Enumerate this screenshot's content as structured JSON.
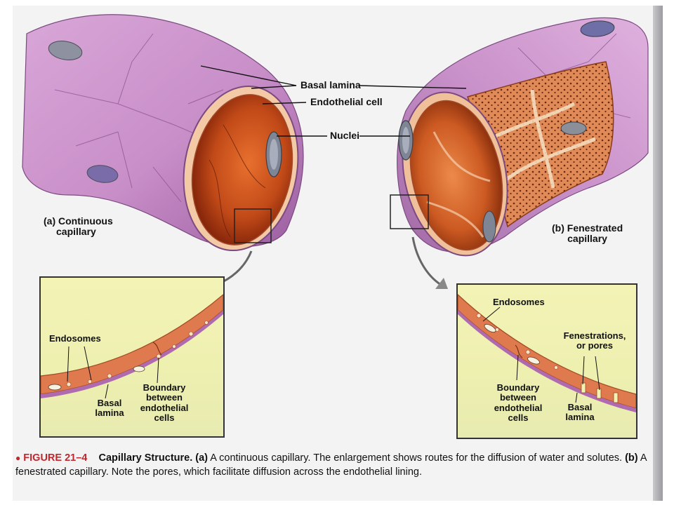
{
  "figure": {
    "number_label": "FIGURE 21–4",
    "title": "Capillary Structure.",
    "caption_a_tag": "(a)",
    "caption_a_text": "A continuous capillary. The enlargement shows routes for the diffusion of water and solutes.",
    "caption_b_tag": "(b)",
    "caption_b_text": "A fenestrated capillary. Note the pores, which facilitate diffusion across the endothelial lining."
  },
  "labels": {
    "basal_lamina": "Basal lamina",
    "endothelial_cell": "Endothelial cell",
    "nuclei": "Nuclei",
    "continuous_tag": "(a) Continuous",
    "continuous_word": "capillary",
    "fenestrated_tag": "(b) Fenestrated",
    "fenestrated_word": "capillary"
  },
  "inset_a": {
    "endosomes": "Endosomes",
    "basal": "Basal",
    "lamina": "lamina",
    "boundary_1": "Boundary",
    "boundary_2": "between",
    "boundary_3": "endothelial",
    "boundary_4": "cells"
  },
  "inset_b": {
    "endosomes": "Endosomes",
    "fenestrations_1": "Fenestrations,",
    "fenestrations_2": "or pores",
    "boundary_1": "Boundary",
    "boundary_2": "between",
    "boundary_3": "endothelial",
    "boundary_4": "cells",
    "basal": "Basal",
    "lamina": "lamina"
  },
  "colors": {
    "vessel_outer": "#c88ec8",
    "vessel_inner": "#b54a1c",
    "lumen_dark": "#8a2a0c",
    "nucleus": "#8a8f9a",
    "inset_bg": "#f1f3b4",
    "wall_orange": "#de7a4e",
    "caption_red": "#c2262e"
  }
}
